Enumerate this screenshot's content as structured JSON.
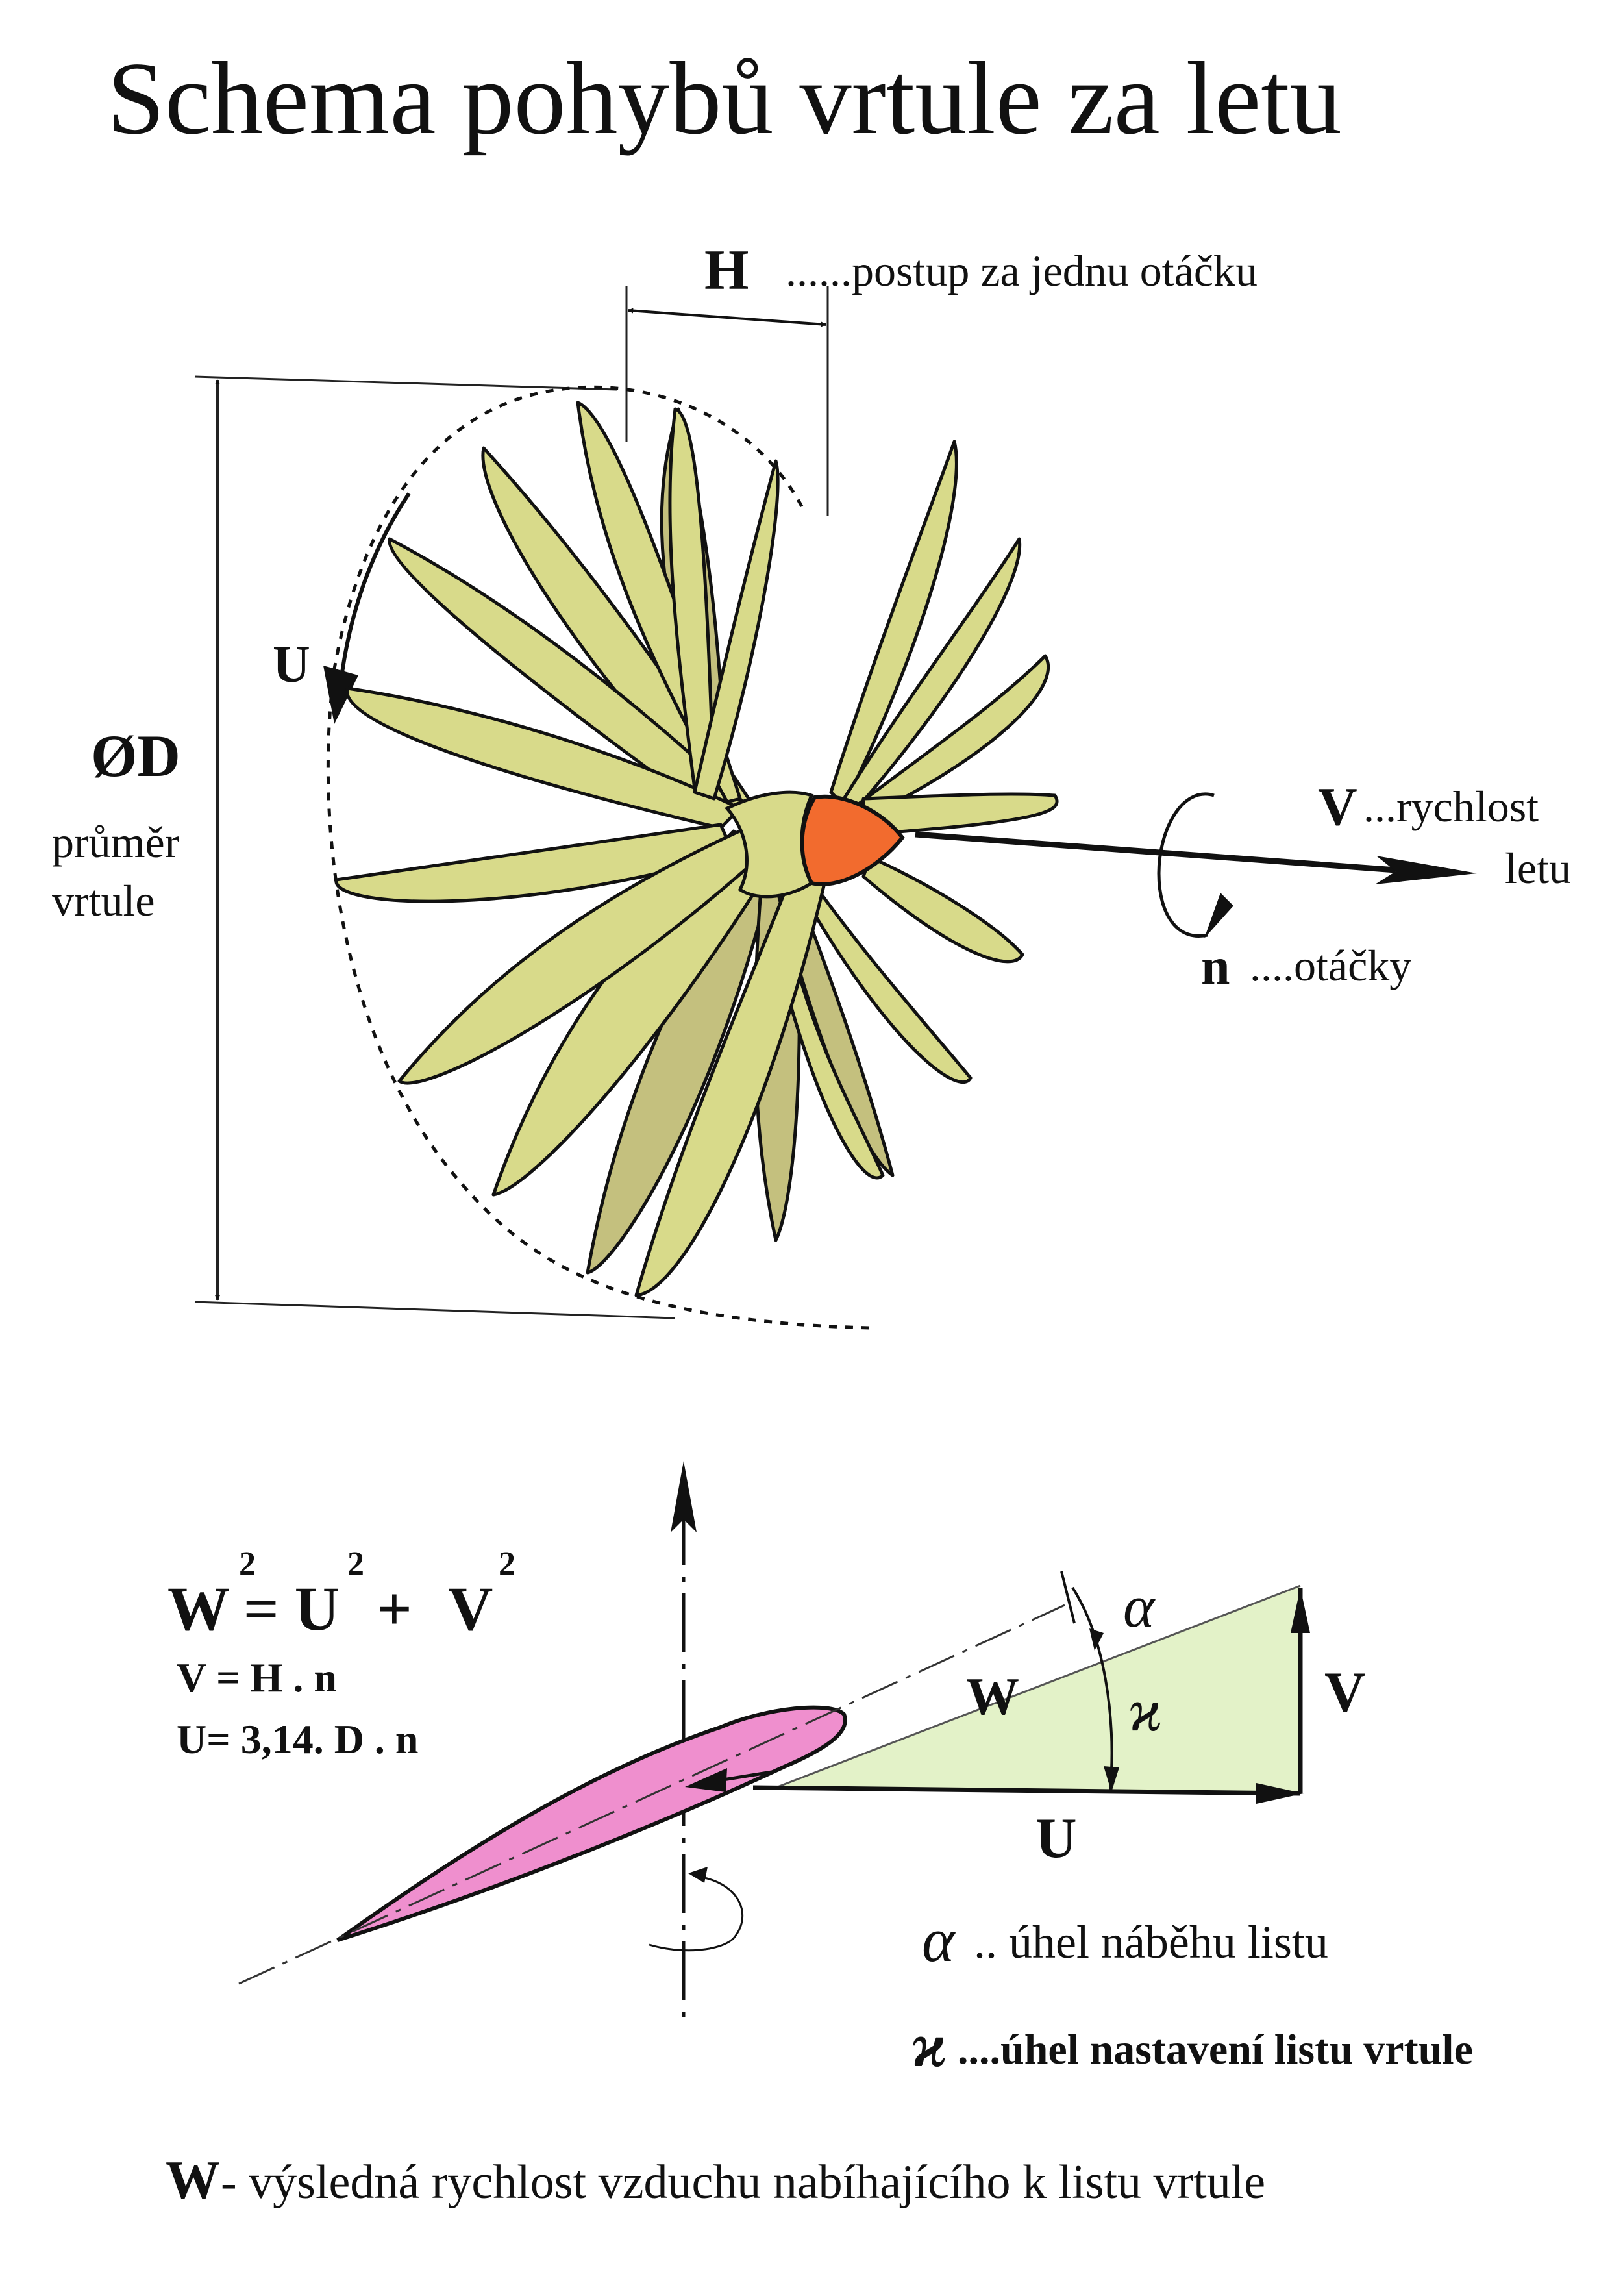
{
  "title": "Schema pohybů vrtule za letu",
  "labels": {
    "h_symbol": "H",
    "h_text": "......postup za jednu otáčku",
    "u_symbol": "U",
    "d_symbol": "ØD",
    "d_text_line1": "průměr",
    "d_text_line2": "vrtule",
    "v_symbol": "V",
    "v_text_line1": "...rychlost",
    "v_text_line2": "letu",
    "n_symbol": "n",
    "n_text": "....otáčky"
  },
  "formulas": {
    "w": "W",
    "eq_plus": "= U",
    "plus": "+",
    "v": "V",
    "sq": "2",
    "line2": "V = H . n",
    "line3": "U= 3,14. D . n"
  },
  "triangle": {
    "w_label": "W",
    "v_label": "V",
    "u_label": "U",
    "alpha": "α",
    "kappa": "ϰ"
  },
  "legend": {
    "alpha_symbol": "α",
    "alpha_text": "..   úhel  náběhu  listu",
    "kappa_symbol": "ϰ",
    "kappa_text": "....úhel nastavení listu vrtule"
  },
  "footer": {
    "w_symbol": "W",
    "text": " -  výsledná rychlost vzduchu nabíhajícího k listu vrtule"
  },
  "colors": {
    "blade_front": "#d8da8a",
    "blade_back": "#c4c07e",
    "hub": "#f26b2e",
    "airfoil": "#ef8fce",
    "triangle_fill": "#e3f2c8"
  }
}
